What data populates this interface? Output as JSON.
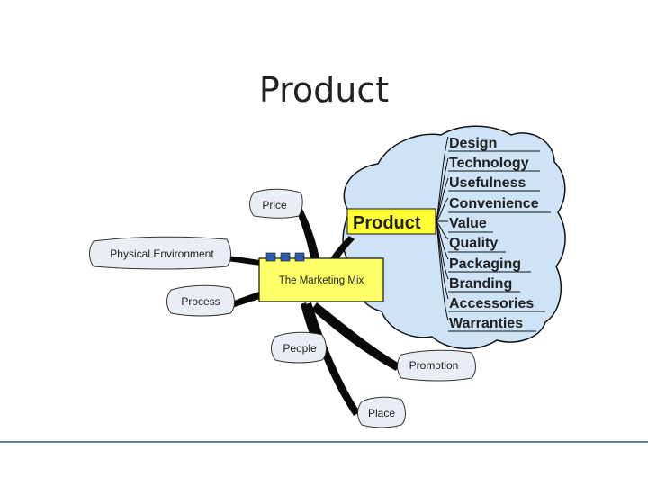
{
  "slide": {
    "title": "Product"
  },
  "diagram": {
    "center": "The Marketing Mix",
    "focus": "Product",
    "nodes": {
      "price": "Price",
      "physical_environment": "Physical Environment",
      "process": "Process",
      "people": "People",
      "promotion": "Promotion",
      "place": "Place"
    },
    "product_attributes": [
      "Design",
      "Technology",
      "Usefulness",
      "Convenience",
      "Value",
      "Quality",
      "Packaging",
      "Branding",
      "Accessories",
      "Warranties"
    ],
    "colors": {
      "cloud_fill": "#cfe3f7",
      "center_fill": "#ffff66",
      "focus_fill": "#ffff33",
      "node_fill": "#e9eef5",
      "center_tabs": "#2f5fb0",
      "stroke": "#111111",
      "bottom_rule": "#6b7f99"
    }
  }
}
